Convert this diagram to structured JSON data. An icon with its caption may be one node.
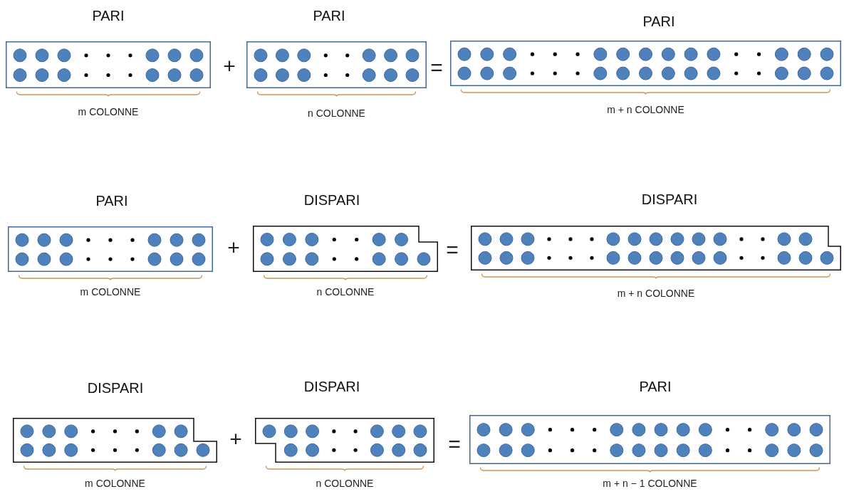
{
  "diagram": {
    "nodes": [
      {
        "text": [
          "PARI"
        ],
        "beside": [
          "m COLONNE"
        ]
      },
      {
        "text": [
          "PARI"
        ],
        "beside": [
          "n COLONNE"
        ]
      },
      {
        "text": [
          "PARI"
        ],
        "beside": [
          "m + n COLONNE"
        ]
      },
      {
        "text": [
          "PARI"
        ],
        "beside": [
          "m COLONNE"
        ]
      },
      {
        "text": [
          "DISPARI"
        ],
        "beside": [
          "n COLONNE"
        ]
      },
      {
        "text": [
          "DISPARI"
        ],
        "beside": [
          "m + n COLONNE"
        ]
      },
      {
        "text": [
          "DISPARI"
        ],
        "beside": [
          "m COLONNE"
        ]
      },
      {
        "text": [
          "DISPARI"
        ],
        "beside": [
          "n COLONNE"
        ]
      },
      {
        "text": [
          "PARI"
        ],
        "beside": [
          "m + n − 1 COLONNE"
        ]
      }
    ],
    "labels": [
      "+",
      "=",
      "+",
      "=",
      "+",
      "="
    ]
  }
}
